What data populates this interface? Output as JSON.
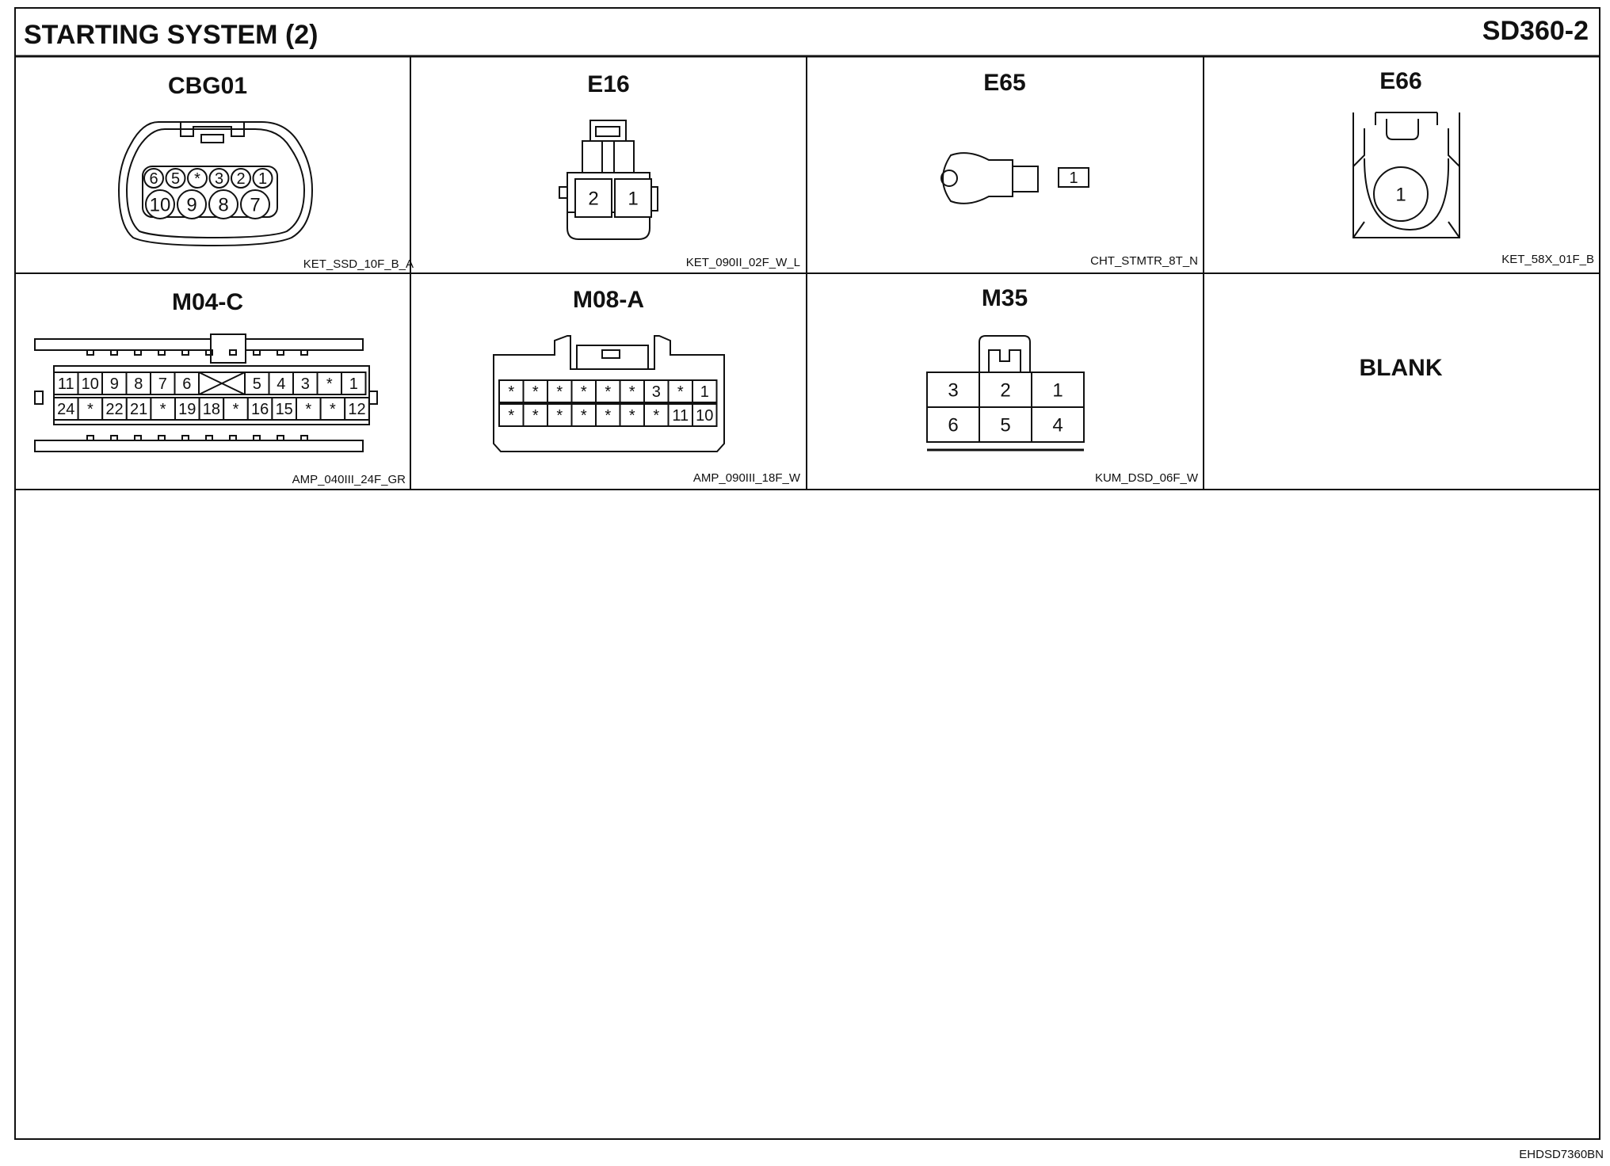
{
  "header": {
    "title": "STARTING SYSTEM (2)",
    "page_code": "SD360-2"
  },
  "footer": {
    "code": "EHDSD7360BN"
  },
  "connectors": [
    {
      "id": "CBG01",
      "part": "KET_SSD_10F_B_A",
      "pins_top": [
        "6",
        "5",
        "*",
        "3",
        "2",
        "1"
      ],
      "pins_bottom": [
        "10",
        "9",
        "8",
        "7"
      ]
    },
    {
      "id": "E16",
      "part": "KET_090II_02F_W_L",
      "pins": [
        "2",
        "1"
      ]
    },
    {
      "id": "E65",
      "part": "CHT_STMTR_8T_N",
      "pins": [
        "1"
      ]
    },
    {
      "id": "E66",
      "part": "KET_58X_01F_B",
      "pins": [
        "1"
      ]
    },
    {
      "id": "M04-C",
      "part": "AMP_040III_24F_GR",
      "pins_top": [
        "11",
        "10",
        "9",
        "8",
        "7",
        "6",
        "",
        "5",
        "4",
        "3",
        "*",
        "1"
      ],
      "pins_bottom": [
        "24",
        "*",
        "22",
        "21",
        "*",
        "19",
        "18",
        "*",
        "16",
        "15",
        "*",
        "*",
        "12"
      ]
    },
    {
      "id": "M08-A",
      "part": "AMP_090III_18F_W",
      "pins_top": [
        "*",
        "*",
        "*",
        "*",
        "*",
        "*",
        "3",
        "*",
        "1"
      ],
      "pins_bottom": [
        "*",
        "*",
        "*",
        "*",
        "*",
        "*",
        "*",
        "11",
        "10"
      ]
    },
    {
      "id": "M35",
      "part": "KUM_DSD_06F_W",
      "pins_top": [
        "3",
        "2",
        "1"
      ],
      "pins_bottom": [
        "6",
        "5",
        "4"
      ]
    },
    {
      "id": "BLANK",
      "blank": true
    }
  ]
}
